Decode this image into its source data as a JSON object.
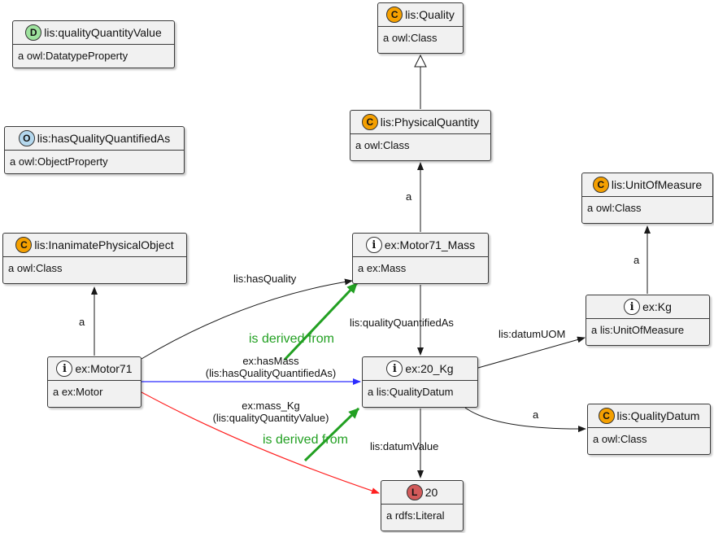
{
  "nodes": {
    "quality_quantity_value": {
      "badge": "D",
      "name": "lis:qualityQuantityValue",
      "type": "a owl:DatatypeProperty"
    },
    "has_quality_quantified_as": {
      "badge": "O",
      "name": "lis:hasQualityQuantifiedAs",
      "type": "a owl:ObjectProperty"
    },
    "inanimate_physical_object": {
      "badge": "C",
      "name": "lis:InanimatePhysicalObject",
      "type": "a owl:Class"
    },
    "motor71": {
      "badge": "i",
      "name": "ex:Motor71",
      "type": "a ex:Motor"
    },
    "quality": {
      "badge": "C",
      "name": "lis:Quality",
      "type": "a owl:Class"
    },
    "physical_quantity": {
      "badge": "C",
      "name": "lis:PhysicalQuantity",
      "type": "a owl:Class"
    },
    "motor71_mass": {
      "badge": "i",
      "name": "ex:Motor71_Mass",
      "type": "a ex:Mass"
    },
    "kg20": {
      "badge": "i",
      "name": "ex:20_Kg",
      "type": "a lis:QualityDatum"
    },
    "literal20": {
      "badge": "L",
      "name": "20",
      "type": "a rdfs:Literal"
    },
    "unit_of_measure": {
      "badge": "C",
      "name": "lis:UnitOfMeasure",
      "type": "a owl:Class"
    },
    "kg": {
      "badge": "i",
      "name": "ex:Kg",
      "type": "a lis:UnitOfMeasure"
    },
    "quality_datum": {
      "badge": "C",
      "name": "lis:QualityDatum",
      "type": "a owl:Class"
    }
  },
  "edge_labels": {
    "a_motor71": "a",
    "a_mass": "a",
    "a_kg": "a",
    "a_kg20": "a",
    "has_quality": "lis:hasQuality",
    "quality_quantified_as": "lis:qualityQuantifiedAs",
    "datum_uom": "lis:datumUOM",
    "datum_value": "lis:datumValue",
    "has_mass_line1": "ex:hasMass",
    "has_mass_line2": "(lis:hasQualityQuantifiedAs)",
    "mass_kg_line1": "ex:mass_Kg",
    "mass_kg_line2": "(lis:qualityQuantityValue)"
  },
  "annotations": {
    "derived_1": "is derived from",
    "derived_2": "is derived from"
  },
  "colors": {
    "edge": "#1a1a1a",
    "has_mass_edge": "#2b2bff",
    "mass_kg_edge": "#ff2020",
    "derived_arrow": "#22a022"
  }
}
